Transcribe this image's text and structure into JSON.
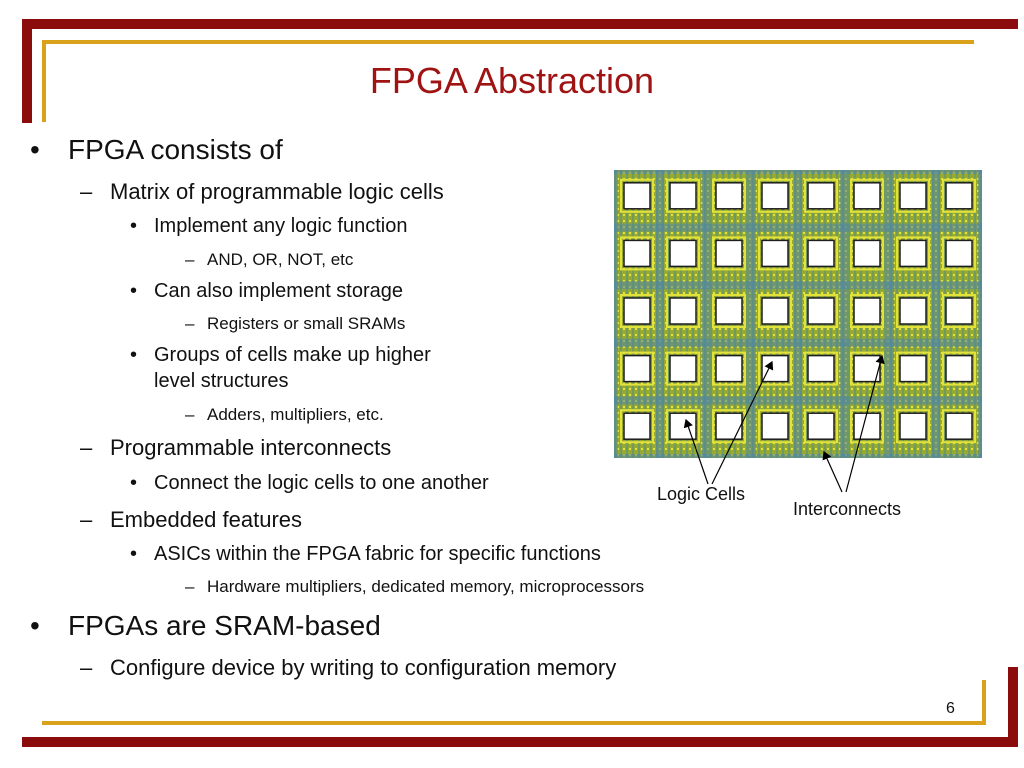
{
  "slide": {
    "title": "FPGA Abstraction",
    "page_number": "6"
  },
  "bullets": [
    {
      "marker": "•",
      "text": "FPGA consists of"
    },
    {
      "marker": "–",
      "text": "Matrix of programmable logic cells"
    },
    {
      "marker": "•",
      "text": "Implement any logic function"
    },
    {
      "marker": "–",
      "text": "AND, OR, NOT, etc"
    },
    {
      "marker": "•",
      "text": "Can also implement storage"
    },
    {
      "marker": "–",
      "text": "Registers or small SRAMs"
    },
    {
      "marker": "•",
      "text": "Groups of cells make up higher",
      "text2": "level structures"
    },
    {
      "marker": "–",
      "text": "Adders, multipliers, etc."
    },
    {
      "marker": "–",
      "text": "Programmable interconnects"
    },
    {
      "marker": "•",
      "text": "Connect the logic cells to one another"
    },
    {
      "marker": "–",
      "text": "Embedded features"
    },
    {
      "marker": "•",
      "text": "ASICs within the FPGA fabric for specific functions"
    },
    {
      "marker": "–",
      "text": "Hardware multipliers, dedicated memory, microprocessors"
    },
    {
      "marker": "•",
      "text": "FPGAs are SRAM-based"
    },
    {
      "marker": "–",
      "text": "Configure device by writing to configuration memory"
    }
  ],
  "figure": {
    "label_logic_cells": "Logic Cells",
    "label_interconnects": "Interconnects",
    "grid_rows": 5,
    "grid_cols": 8,
    "colors": {
      "fabric": "#97a92e",
      "fabric_stripe": "#4f86a6",
      "fabric_highlight": "#e2e23a",
      "cell_fill": "#ffffff",
      "cell_border": "#1d1d1d"
    }
  },
  "theme": {
    "title_color": "#a01313",
    "frame_red": "#8b0c0c",
    "frame_gold": "#d9a21a"
  }
}
